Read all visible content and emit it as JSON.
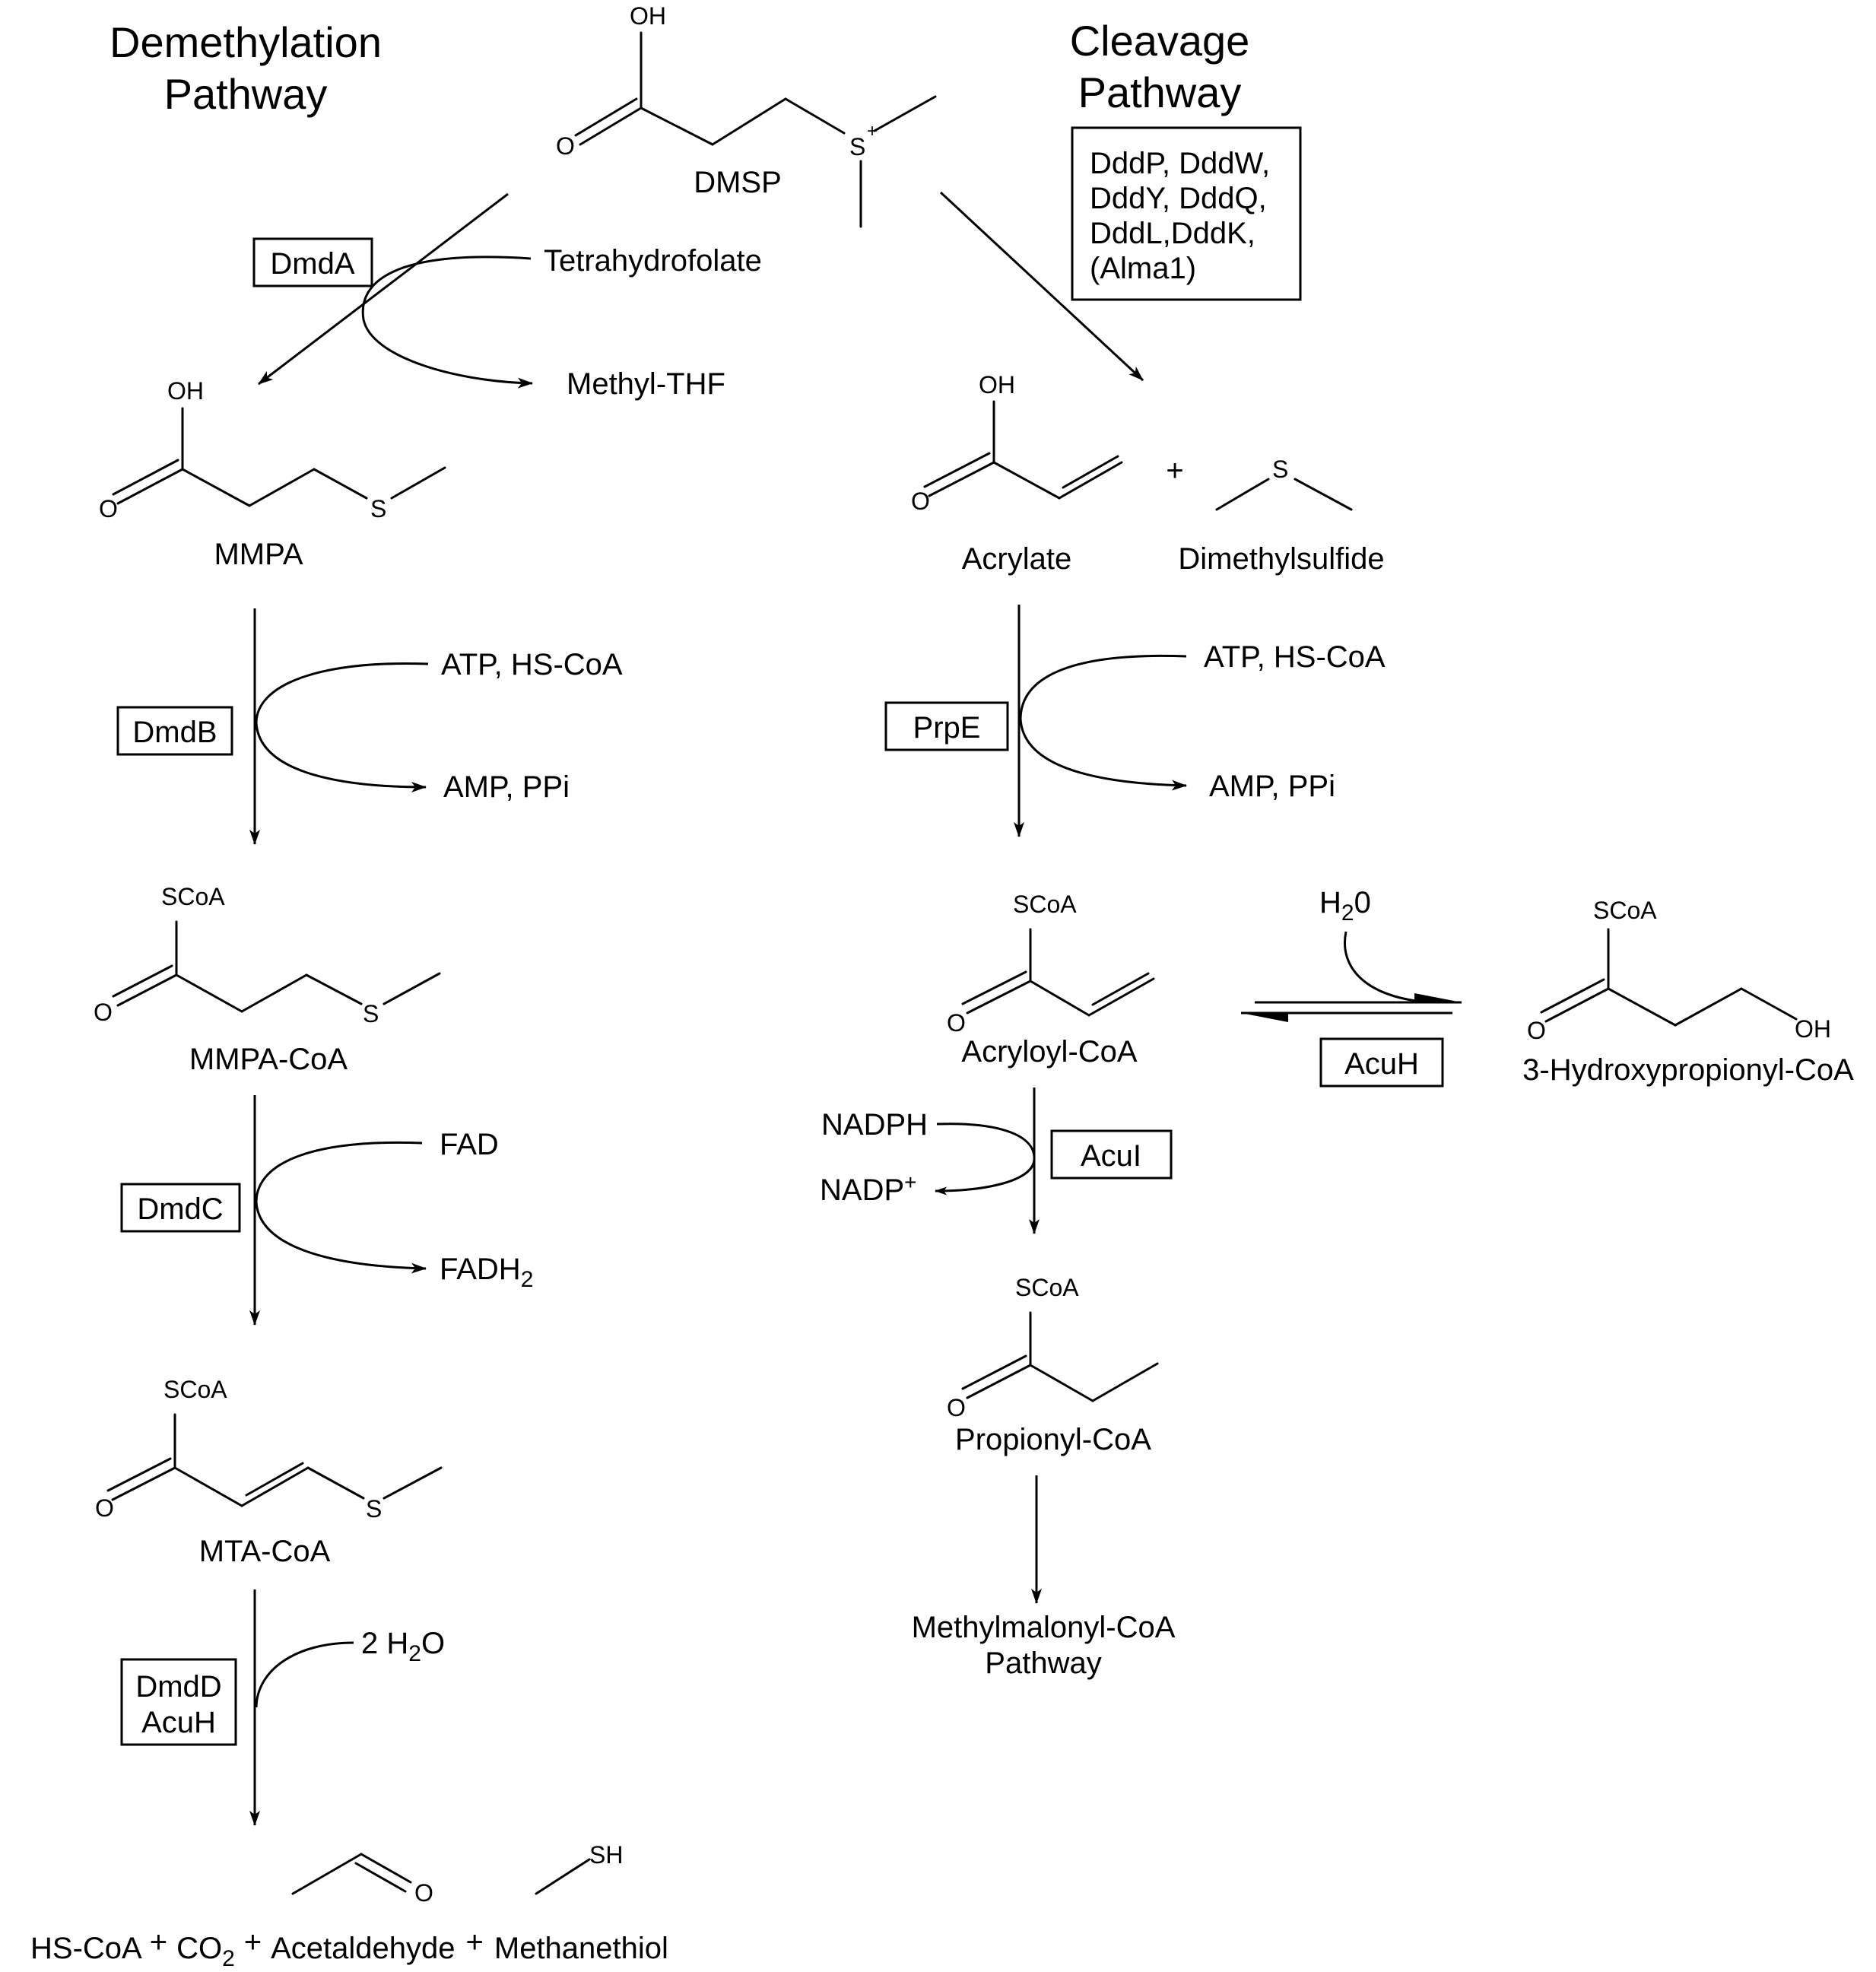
{
  "titles": {
    "demethylation": [
      "Demethylation",
      "Pathway"
    ],
    "cleavage": [
      "Cleavage",
      "Pathway"
    ]
  },
  "compounds": {
    "dmsp": "DMSP",
    "mmpa": "MMPA",
    "mmpa_coa": "MMPA-CoA",
    "mta_coa": "MTA-CoA",
    "acrylate": "Acrylate",
    "dimethylsulfide": "Dimethylsulfide",
    "acryloyl_coa": "Acryloyl-CoA",
    "propionyl_coa": "Propionyl-CoA",
    "hydroxypropionyl_coa": "3-Hydroxypropionyl-CoA",
    "methylmalonyl": [
      "Methylmalonyl-CoA",
      "Pathway"
    ]
  },
  "enzymes": {
    "dmda": "DmdA",
    "dmdb": "DmdB",
    "dmdc": "DmdC",
    "dmdd": [
      "DmdD",
      "AcuH"
    ],
    "prpe": "PrpE",
    "acui": "AcuI",
    "acuh": "AcuH",
    "ddd": [
      "DddP, DddW,",
      "DddY, DddQ,",
      "DddL,DddK,",
      "(Alma1)"
    ]
  },
  "cofactors": {
    "thf": "Tetrahydrofolate",
    "methyl_thf": "Methyl-THF",
    "atp_coa_1": "ATP, HS-CoA",
    "amp_ppi_1": "AMP, PPi",
    "fad": "FAD",
    "fadh2": "FADH",
    "fadh2_sub": "2",
    "water_2": "2 H",
    "water_2_sub": "2",
    "water_2_o": "O",
    "atp_coa_2": "ATP, HS-CoA",
    "amp_ppi_2": "AMP, PPi",
    "h2o": "H",
    "h2o_sub": "2",
    "h2o_o": "0",
    "nadph": "NADPH",
    "nadp": "NADP",
    "nadp_sup": "+"
  },
  "atoms": {
    "oh": "OH",
    "o": "O",
    "s": "S",
    "s_plus": "+",
    "scoa": "SCoA",
    "sh": "SH",
    "plus": "+"
  },
  "products": {
    "hs_coa": "HS-CoA",
    "co2": "CO",
    "co2_sub": "2",
    "acetaldehyde": "Acetaldehyde",
    "methanethiol": "Methanethiol",
    "plus": "+"
  }
}
